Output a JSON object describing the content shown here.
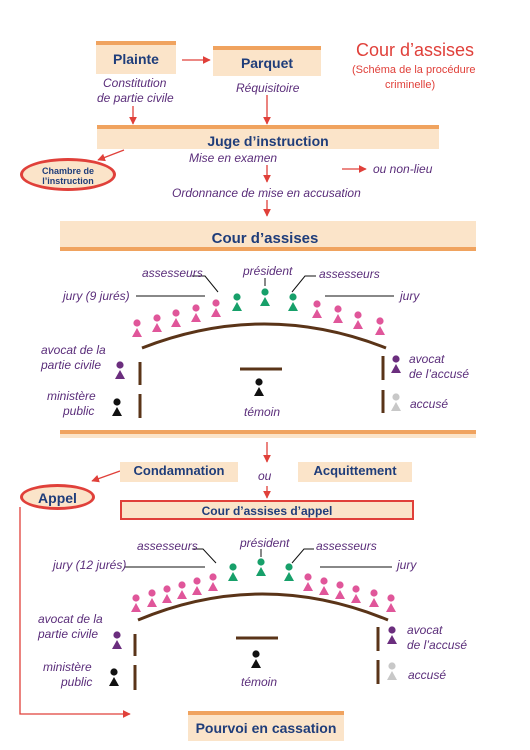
{
  "title": {
    "main": "Cour d’assises",
    "sub_line1": "(Schéma de la procédure",
    "sub_line2": "criminelle)"
  },
  "top": {
    "plainte": "Plainte",
    "parquet": "Parquet",
    "constitution_line1": "Constitution",
    "constitution_line2": "de partie civile",
    "requisitoire": "Réquisitoire",
    "juge": "Juge d’instruction",
    "chambre_line1": "Chambre de",
    "chambre_line2": "l’instruction",
    "mise_en_examen": "Mise en examen",
    "non_lieu": "ou non-lieu",
    "ordonnance": "Ordonnance de mise en accusation"
  },
  "court1": {
    "header": "Cour d’assises",
    "assesseurs_left": "assesseurs",
    "president": "président",
    "assesseurs_right": "assesseurs",
    "jury_left": "jury (9 jurés)",
    "jury_right": "jury",
    "avocat_pc_line1": "avocat de la",
    "avocat_pc_line2": "partie civile",
    "ministere_line1": "ministère",
    "ministere_line2": "public",
    "temoin": "témoin",
    "avocat_acc_line1": "avocat",
    "avocat_acc_line2": "de l’accusé",
    "accuse": "accusé",
    "jury_count": 9
  },
  "verdict": {
    "condamnation": "Condamnation",
    "ou": "ou",
    "acquittement": "Acquittement",
    "appel": "Appel"
  },
  "court2": {
    "header": "Cour d’assises d’appel",
    "assesseurs_left": "assesseurs",
    "president": "président",
    "assesseurs_right": "assesseurs",
    "jury_left": "jury (12 jurés)",
    "jury_right": "jury",
    "avocat_pc_line1": "avocat de la",
    "avocat_pc_line2": "partie civile",
    "ministere_line1": "ministère",
    "ministere_line2": "public",
    "temoin": "témoin",
    "avocat_acc_line1": "avocat",
    "avocat_acc_line2": "de l’accusé",
    "accuse": "accusé",
    "jury_count": 12
  },
  "pourvoi": "Pourvoi en cassation",
  "colors": {
    "juror": "#e0569a",
    "judge": "#17a06a",
    "party": "#6b2e7e",
    "prosecutor": "#111111",
    "accused": "#c8c8c8",
    "arrow": "#e0403a",
    "bench": "#5a3418",
    "box_fill": "#fbe4c9",
    "box_border": "#f0a35f",
    "label": "#1f3d7a"
  }
}
